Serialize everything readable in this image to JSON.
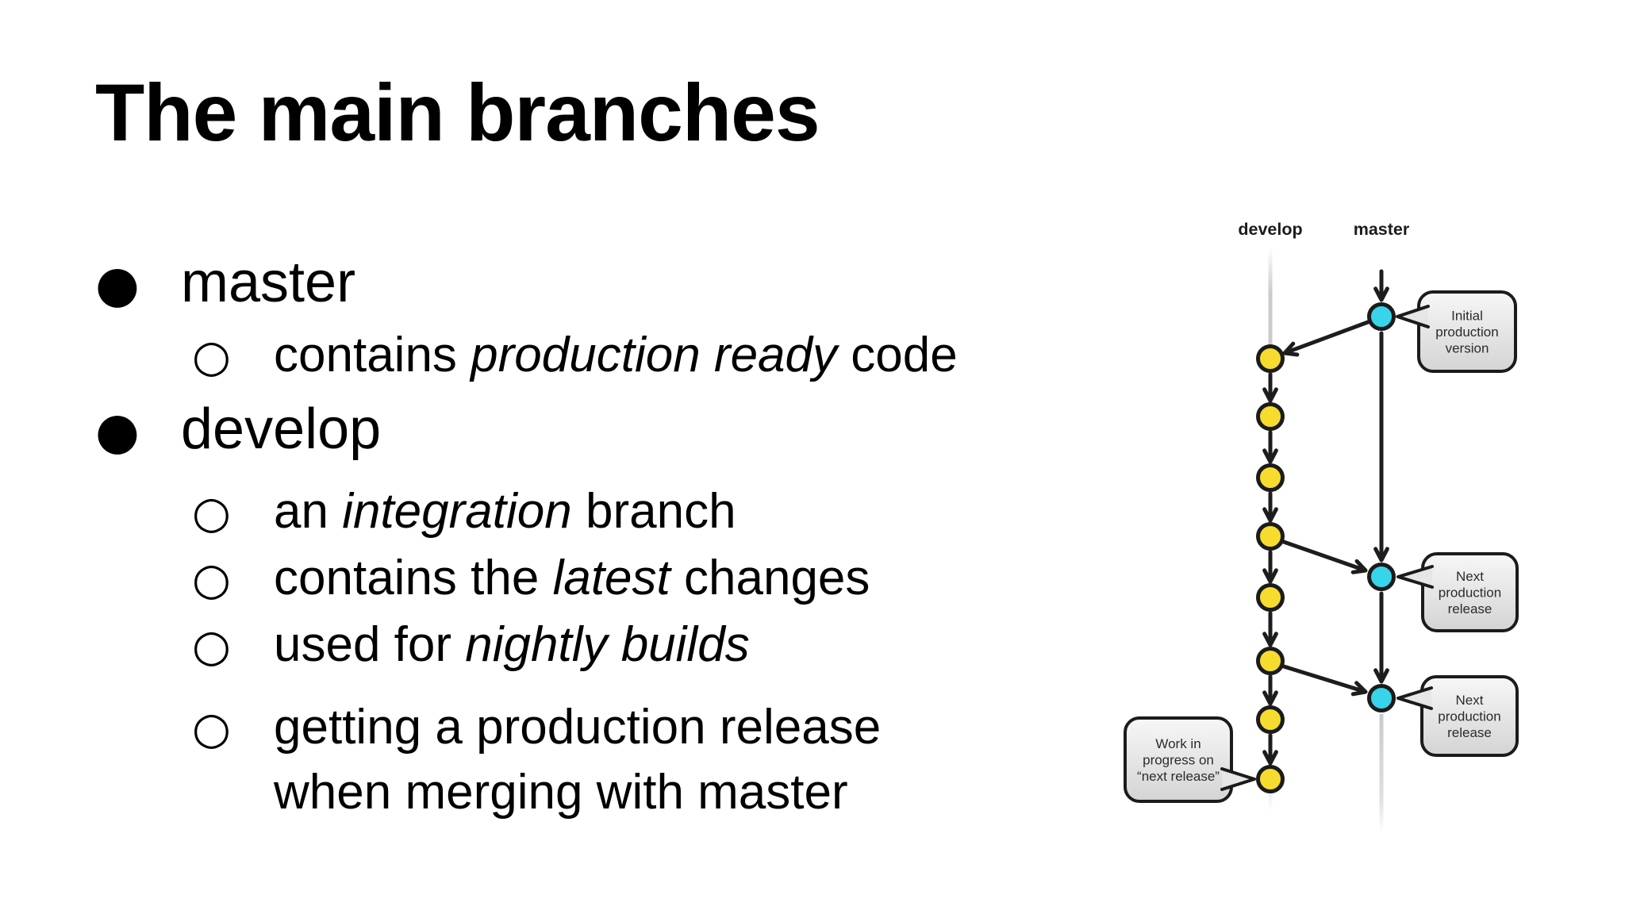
{
  "slide": {
    "title": "The main branches",
    "bullets": [
      {
        "level": 1,
        "segments": [
          {
            "text": "master"
          }
        ]
      },
      {
        "level": 2,
        "segments": [
          {
            "text": "contains "
          },
          {
            "text": "production ready",
            "italic": true
          },
          {
            "text": " code"
          }
        ]
      },
      {
        "level": 1,
        "segments": [
          {
            "text": "develop"
          }
        ]
      },
      {
        "level": 2,
        "segments": [
          {
            "text": "an "
          },
          {
            "text": "integration",
            "italic": true
          },
          {
            "text": " branch"
          }
        ]
      },
      {
        "level": 2,
        "segments": [
          {
            "text": "contains the "
          },
          {
            "text": "latest",
            "italic": true
          },
          {
            "text": " changes"
          }
        ]
      },
      {
        "level": 2,
        "segments": [
          {
            "text": "used for "
          },
          {
            "text": "nightly builds",
            "italic": true
          }
        ]
      },
      {
        "level": 2,
        "segments": [
          {
            "text": "getting a production release\nwhen merging with master"
          }
        ]
      }
    ]
  },
  "diagram": {
    "branches": [
      {
        "name": "develop",
        "commit_color": "#F6DC2E"
      },
      {
        "name": "master",
        "commit_color": "#38D4E9"
      }
    ],
    "develop_commit_count": 8,
    "master_commit_count": 3,
    "callouts": [
      {
        "lines": [
          "Initial",
          "production",
          "version"
        ],
        "points_to": "master-commit-1"
      },
      {
        "lines": [
          "Next",
          "production",
          "release"
        ],
        "points_to": "master-commit-2"
      },
      {
        "lines": [
          "Next",
          "production",
          "release"
        ],
        "points_to": "master-commit-3"
      },
      {
        "lines": [
          "Work in",
          "progress on",
          "“next release”"
        ],
        "points_to": "develop-commit-8"
      }
    ],
    "colors": {
      "commit_outline": "#1b1b1b",
      "arrow": "#1d1d1d",
      "faint_line": "#c8c8c8",
      "callout_border": "#1b1b1b",
      "callout_fill_top": "#f7f7f7",
      "callout_fill_bottom": "#d4d4d4",
      "callout_tail_fill": "#e6e6e6",
      "callout_text": "#2b2b2b",
      "label_text": "#1c1c1c"
    }
  }
}
